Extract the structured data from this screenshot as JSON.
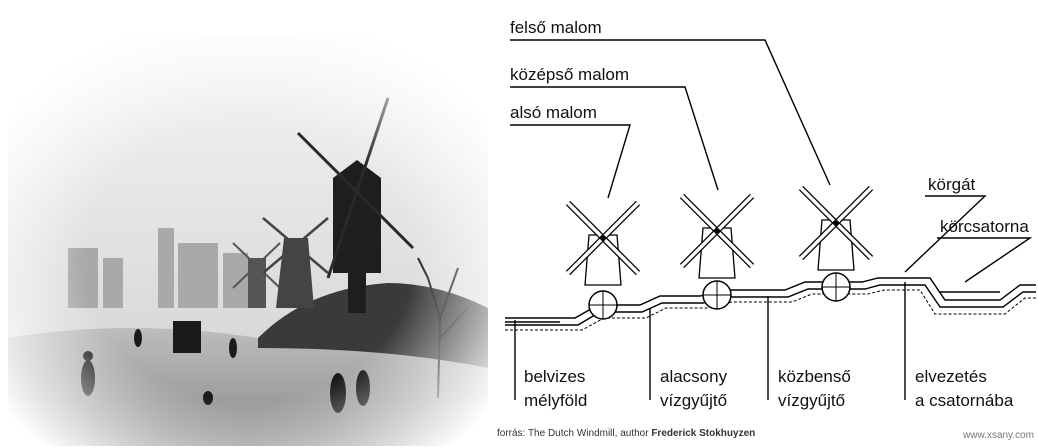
{
  "labels": {
    "felso": "felső malom",
    "kozepso": "középső malom",
    "also": "alsó malom",
    "korgat": "körgát",
    "korcsatorna": "körcsatorna",
    "belvizes_1": "belvizes",
    "belvizes_2": "mélyföld",
    "alacsony_1": "alacsony",
    "alacsony_2": "vízgyűjtő",
    "kozbenso_1": "közbenső",
    "kozbenso_2": "vízgyűjtő",
    "elvezetes_1": "elvezetés",
    "elvezetes_2": "a csatornába"
  },
  "credit": {
    "prefix": "forrás: The Dutch Windmill,",
    "author_label": "author",
    "author": "Frederick Stokhuyzen"
  },
  "site": "www.xsany.com"
}
